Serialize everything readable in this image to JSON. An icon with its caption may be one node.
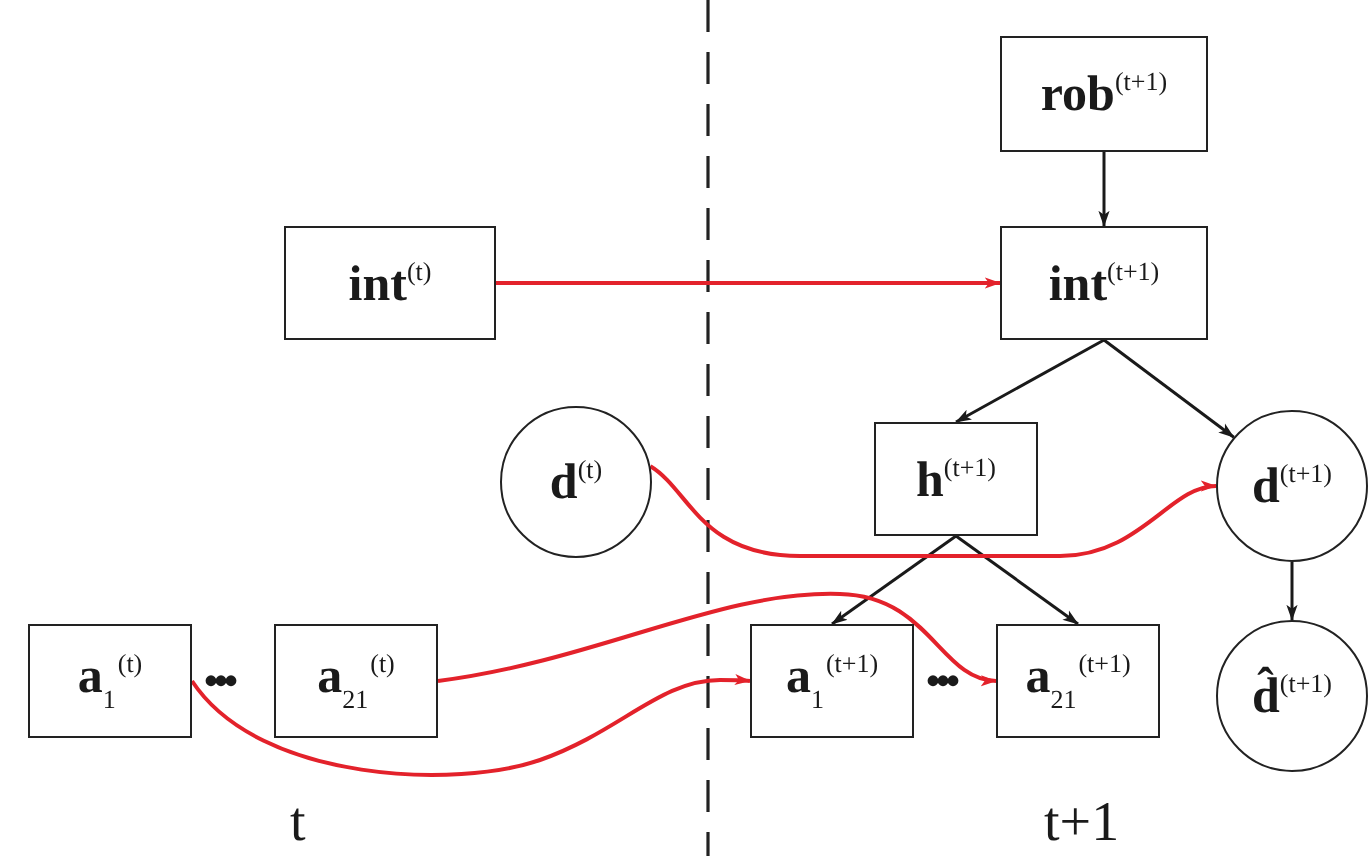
{
  "diagram": {
    "nodes": [
      {
        "text": [
          "**rob**$^{(t+1)}$"
        ]
      },
      {
        "text": [
          "**int**$^{(t)}$"
        ]
      },
      {
        "text": [
          "**int**$^{(t+1)}$"
        ]
      },
      {
        "text": [
          "**d**$^{(t)}$"
        ]
      },
      {
        "text": [
          "**h**$^{(t+1)}$"
        ]
      },
      {
        "text": [
          "**d**$^{(t+1)}$"
        ]
      },
      {
        "text": [
          "**a**$_{1}$$^{(t)}$"
        ]
      },
      {
        "text": [
          "**a**$_{21}$$^{(t)}$"
        ]
      },
      {
        "text": [
          "**a**$_{1}$$^{(t+1)}$"
        ]
      },
      {
        "text": [
          "**a**$_{21}$$^{(t+1)}$"
        ]
      },
      {
        "text": [
          "**d̂**$^{(t+1)}$"
        ]
      }
    ],
    "edges": [
      {
        "from": 0,
        "to": 2,
        "arrow": "to"
      },
      {
        "from": 2,
        "to": 4,
        "arrow": "to"
      },
      {
        "from": 2,
        "to": 5,
        "arrow": "to"
      },
      {
        "from": 4,
        "to": 8,
        "arrow": "to"
      },
      {
        "from": 4,
        "to": 9,
        "arrow": "to"
      },
      {
        "from": 5,
        "to": 10,
        "arrow": "to"
      },
      {
        "from": 1,
        "to": 2,
        "arrow": "to",
        "color": "#e3222b"
      },
      {
        "from": 3,
        "to": 5,
        "arrow": "to",
        "color": "#e3222b"
      },
      {
        "from": 6,
        "to": 8,
        "arrow": "to",
        "color": "#e3222b"
      },
      {
        "from": 7,
        "to": 9,
        "arrow": "to",
        "color": "#e3222b"
      }
    ],
    "labels": [
      "•••",
      "•••",
      "t",
      "t+1"
    ]
  }
}
